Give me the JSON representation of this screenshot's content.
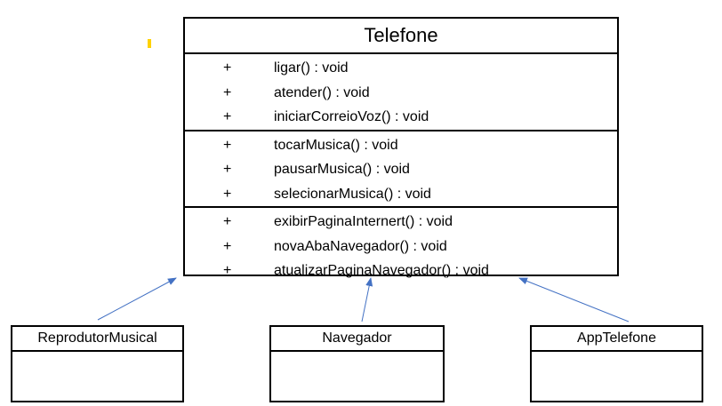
{
  "main_class": {
    "name": "Telefone",
    "sections": [
      {
        "methods": [
          {
            "visibility": "+",
            "signature": "ligar() : void"
          },
          {
            "visibility": "+",
            "signature": "atender() : void"
          },
          {
            "visibility": "+",
            "signature": "iniciarCorreioVoz() : void"
          }
        ]
      },
      {
        "methods": [
          {
            "visibility": "+",
            "signature": "tocarMusica() : void"
          },
          {
            "visibility": "+",
            "signature": "pausarMusica() : void"
          },
          {
            "visibility": "+",
            "signature": "selecionarMusica() : void"
          }
        ]
      },
      {
        "methods": [
          {
            "visibility": "+",
            "signature": "exibirPaginaInternert() : void"
          },
          {
            "visibility": "+",
            "signature": "novaAbaNavegador() : void"
          },
          {
            "visibility": "+",
            "signature": "atualizarPaginaNavegador() : void"
          }
        ]
      }
    ]
  },
  "subclasses": [
    {
      "name": "ReprodutorMusical"
    },
    {
      "name": "Navegador"
    },
    {
      "name": "AppTelefone"
    }
  ],
  "colors": {
    "arrow": "#4472c4",
    "border": "#000000",
    "marker": "#ffd200"
  }
}
